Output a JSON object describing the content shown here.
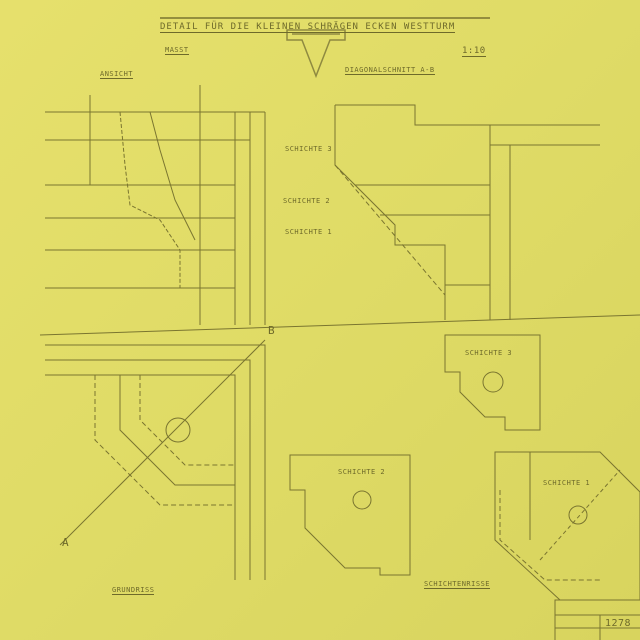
{
  "header": {
    "subtitle": "DETAIL FÜR DIE KLEINEN SCHRÄGEN ECKEN WESTTURM",
    "scale_label": "MASST",
    "scale": "1:10"
  },
  "views": {
    "elevation": "ANSICHT",
    "section": "DIAGONALSCHNITT A-B",
    "layer3": "SCHICHTE 3",
    "layer2": "SCHICHTE 2",
    "layer1": "SCHICHTE 1",
    "plan": "GRUNDRISS",
    "layers": "SCHICHTENRISSE",
    "point_a": "A",
    "point_b": "B"
  },
  "stamp": {
    "number": "1278"
  },
  "colors": {
    "paper": "#e3df6a",
    "ink": "#6e6a2a"
  }
}
